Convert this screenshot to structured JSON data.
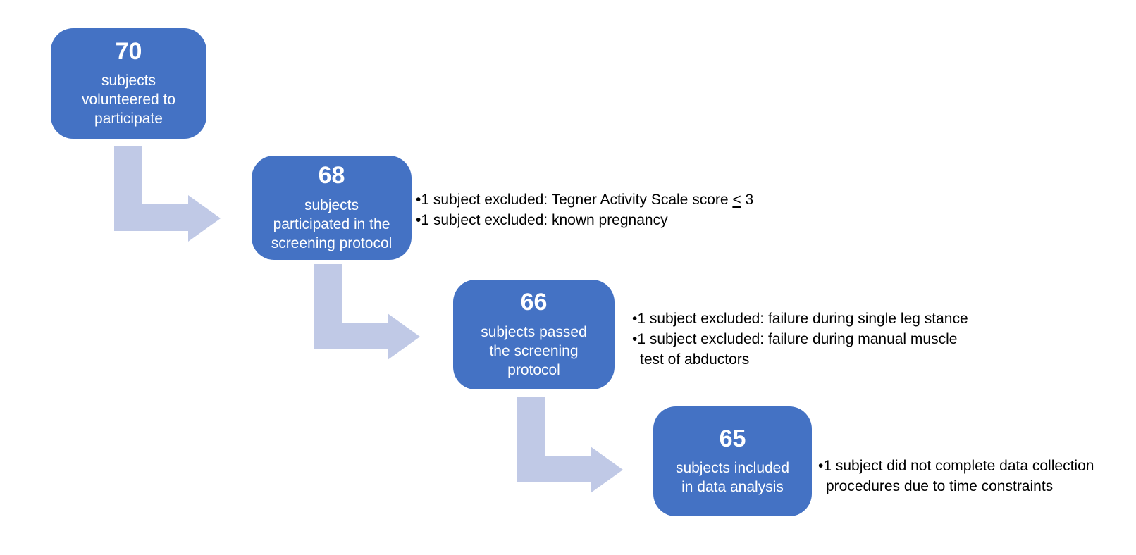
{
  "colors": {
    "background": "#ffffff",
    "box_fill": "#4472c4",
    "box_text": "#ffffff",
    "arrow_fill": "#c0c9e6",
    "note_text": "#000000"
  },
  "bullet_char": "•",
  "flow": {
    "boxes": [
      {
        "number": "70",
        "label": "subjects\nvolunteered to\nparticipate"
      },
      {
        "number": "68",
        "label": "subjects\nparticipated in the\nscreening protocol"
      },
      {
        "number": "66",
        "label": "subjects passed\nthe screening\nprotocol"
      },
      {
        "number": "65",
        "label": "subjects included\nin data analysis"
      }
    ],
    "notes": [
      {
        "items": [
          {
            "lines": [
              {
                "before": "1 subject excluded: Tegner Activity Scale score ",
                "underlined": "<",
                "after": " 3"
              }
            ]
          },
          {
            "lines": [
              {
                "before": "1 subject excluded: known pregnancy",
                "underlined": "",
                "after": ""
              }
            ]
          }
        ]
      },
      {
        "items": [
          {
            "lines": [
              {
                "before": "1 subject excluded: failure during single leg stance",
                "underlined": "",
                "after": ""
              }
            ]
          },
          {
            "lines": [
              {
                "before": "1 subject excluded: failure during manual muscle",
                "underlined": "",
                "after": ""
              },
              {
                "before": "test of abductors",
                "underlined": "",
                "after": ""
              }
            ]
          }
        ]
      },
      {
        "items": [
          {
            "lines": [
              {
                "before": "1 subject did not complete data collection",
                "underlined": "",
                "after": ""
              },
              {
                "before": "procedures due to time constraints",
                "underlined": "",
                "after": ""
              }
            ]
          }
        ]
      }
    ]
  }
}
